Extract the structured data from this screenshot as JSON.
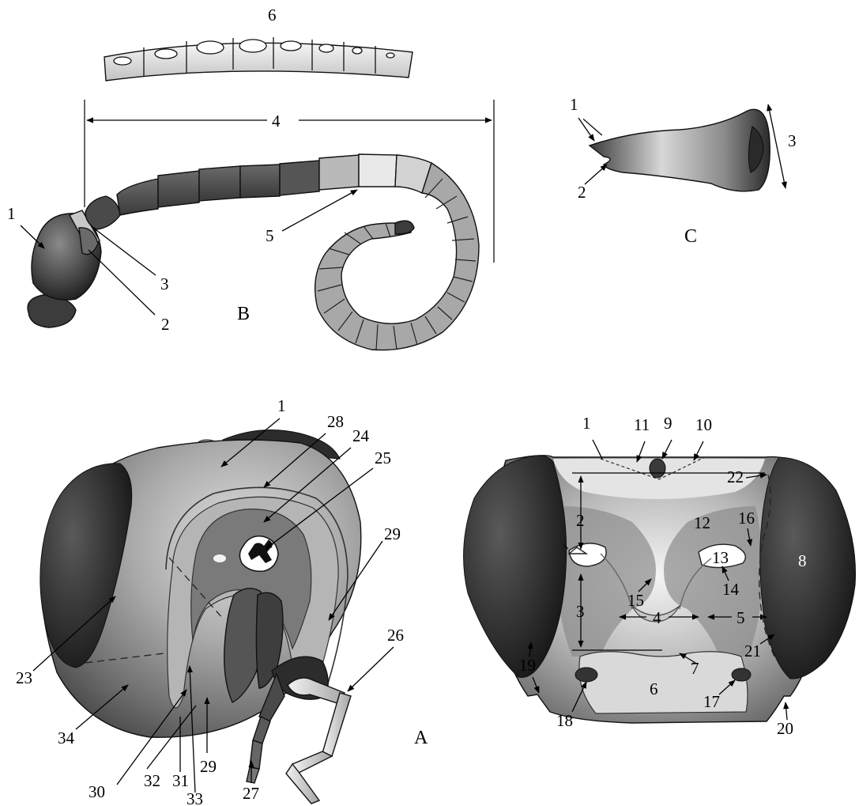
{
  "panels": {
    "A": "A",
    "B": "B",
    "C": "C"
  },
  "antenna": {
    "labels": {
      "l1": "1",
      "l2": "2",
      "l3": "3",
      "l4": "4",
      "l5": "5",
      "l6": "6"
    }
  },
  "mandible": {
    "labels": {
      "l1": "1",
      "l2": "2",
      "l3": "3"
    }
  },
  "head_lateral": {
    "labels": {
      "l1": "1",
      "l23": "23",
      "l24": "24",
      "l25": "25",
      "l26": "26",
      "l27": "27",
      "l28": "28",
      "l29a": "29",
      "l29b": "29",
      "l30": "30",
      "l31": "31",
      "l32": "32",
      "l33": "33",
      "l34": "34"
    }
  },
  "head_frontal": {
    "labels": {
      "l1": "1",
      "l2": "2",
      "l3": "3",
      "l4": "4",
      "l5": "5",
      "l6": "6",
      "l7": "7",
      "l8": "8",
      "l9": "9",
      "l10": "10",
      "l11": "11",
      "l12": "12",
      "l13": "13",
      "l14": "14",
      "l15": "15",
      "l16": "16",
      "l17": "17",
      "l18": "18",
      "l19": "19",
      "l20": "20",
      "l21": "21",
      "l22": "22"
    }
  }
}
